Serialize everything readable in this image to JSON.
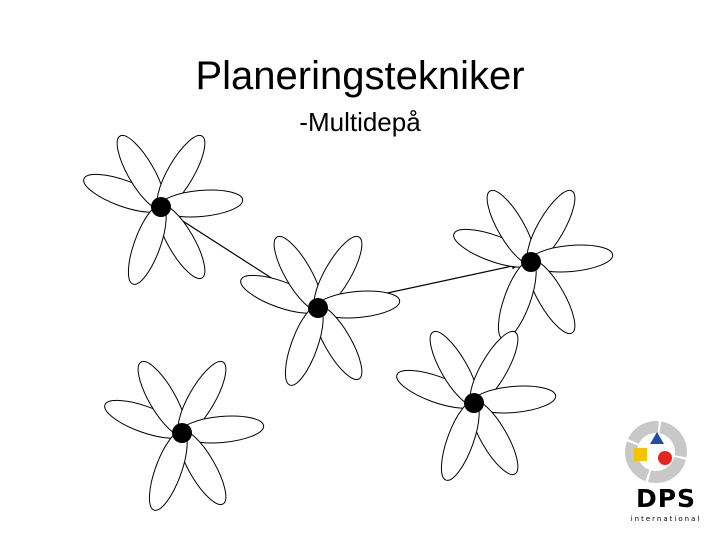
{
  "slide": {
    "title": "Planeringstekniker",
    "subtitle": "-Multidepå"
  },
  "diagram": {
    "depots": [
      {
        "id": "depot-1"
      },
      {
        "id": "depot-2"
      },
      {
        "id": "depot-3"
      },
      {
        "id": "depot-4"
      },
      {
        "id": "depot-5"
      }
    ],
    "connections": [
      {
        "from": "depot-2",
        "to": "depot-1",
        "arrowheads": "both"
      },
      {
        "from": "depot-2",
        "to": "depot-3",
        "arrowheads": "both"
      }
    ],
    "petals_per_depot": 6
  },
  "logo": {
    "text": "DPS",
    "subtext": "international",
    "colors": {
      "ring": "#c8c8c8",
      "square": "#f5c400",
      "triangle": "#1f4ea8",
      "circle": "#e52420"
    }
  }
}
